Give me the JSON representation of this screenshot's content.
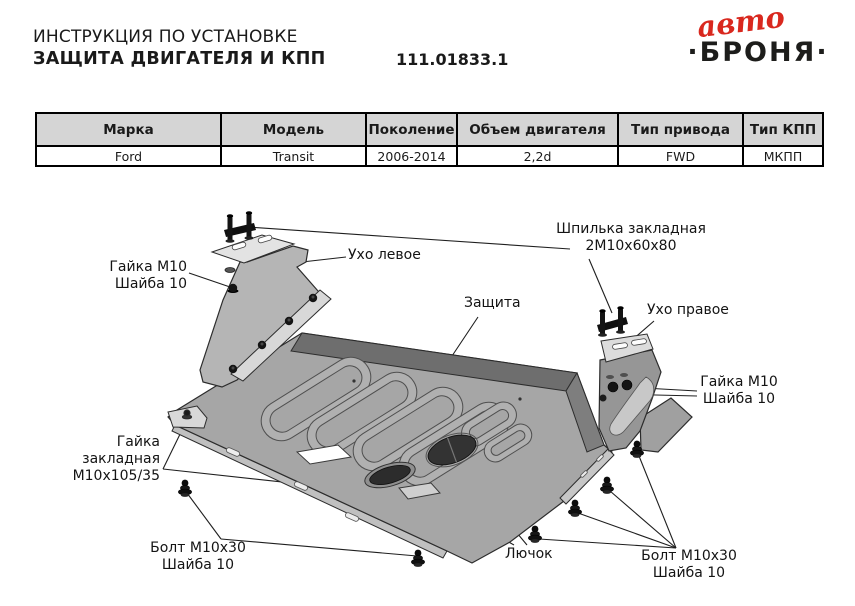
{
  "header": {
    "title_line1": "ИНСТРУКЦИЯ ПО УСТАНОВКЕ",
    "title_line2": "ЗАЩИТА ДВИГАТЕЛЯ И КПП",
    "part_number": "111.01833.1",
    "logo": {
      "top": "авто",
      "bottom": "·БРОНЯ·"
    }
  },
  "table": {
    "columns": [
      "Марка",
      "Модель",
      "Поколение",
      "Объем двигателя",
      "Тип привода",
      "Тип КПП"
    ],
    "rows": [
      [
        "Ford",
        "Transit",
        "2006-2014",
        "2,2d",
        "FWD",
        "МКПП"
      ]
    ]
  },
  "diagram": {
    "labels": {
      "nut_left": {
        "line1": "Гайка М10",
        "line2": "Шайба 10"
      },
      "ear_left": "Ухо левое",
      "stud": {
        "line1": "Шпилька закладная",
        "line2": "2М10х60х80"
      },
      "shield": "Защита",
      "ear_right": "Ухо правое",
      "nut_right": {
        "line1": "Гайка М10",
        "line2": "Шайба 10"
      },
      "slot_nut": {
        "line1": "Гайка закладная",
        "line2": "М10х105/35"
      },
      "bolt_left": {
        "line1": "Болт М10х30",
        "line2": "Шайба 10"
      },
      "hatch": "Лючок",
      "bolt_right": {
        "line1": "Болт М10х30",
        "line2": "Шайба 10"
      }
    }
  },
  "colors": {
    "logo_red": "#d9281e",
    "logo_black": "#1d1d1b",
    "table_header_bg": "#d5d5d5",
    "plate_gray": "#a6a6a6",
    "plate_edge_dark": "#6e6e6e"
  }
}
